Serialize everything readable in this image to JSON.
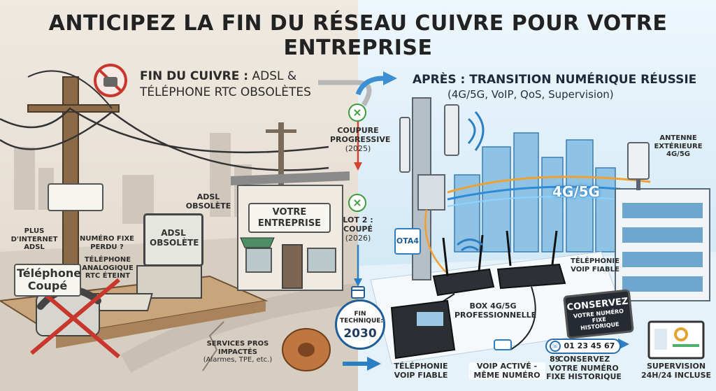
{
  "title": "ANTICIPEZ LA FIN DU RÉSEAU CUIVRE POUR VOTRE ENTREPRISE",
  "left_header": {
    "bold": "FIN DU CUIVRE :",
    "rest_line1": " ADSL &",
    "line2": "TÉLÉPHONE RTC OBSOLÈTES"
  },
  "right_header": {
    "bold": "APRÈS :",
    "rest": " TRANSITION NUMÉRIQUE RÉUSSIE",
    "sub": "(4G/5G, VoIP, QoS, Supervision)"
  },
  "left_labels": {
    "adsl_obsolete": "ADSL OBSOLÈTE",
    "monitor_text": "ADSL OBSOLÈTE",
    "votre_entreprise": "VOTRE ENTREPRISE",
    "plus_internet": "PLUS D'INTERNET ADSL",
    "numero_perdu": "NUMÉRO FIXE PERDU ?",
    "tel_analogique": "TÉLÉPHONE ANALOGIQUE RTC ÉTEINT",
    "telephone_coupe": "Téléphone Coupé",
    "services_title": "SERVICES PROS IMPACTÉS",
    "services_sub": "(Alarmes, TPE, etc.)"
  },
  "timeline": {
    "step1_title": "COUPURE PROGRESSIVE",
    "step1_year": "(2025)",
    "step2_title": "LOT 2 : COUPÉ",
    "step2_year": "(2026)",
    "fin_label": "FIN TECHNIQUE:",
    "fin_year": "2030"
  },
  "right_labels": {
    "antenne": "ANTENNE EXTÉRIEURE 4G/5G",
    "network_badge": "4G/5G",
    "ota_logo": "OTA4",
    "voip_fiable_top": "TÉLÉPHONIE VOIP FIABLE",
    "box_label": "BOX 4G/5G PROFESSIONNELLE",
    "conservez_big": "CONSERVEZ",
    "conservez_small": "VOTRE NUMÉRO FIXE HISTORIQUE",
    "phone_number": "01 23 45 67 89",
    "conservez_caption": "CONSERVEZ VOTRE NUMÉRO FIXE HISTORIQUE",
    "supervision": "SUPERVISION 24H/24 INCLUSE",
    "voip_fiable_bottom": "TÉLÉPHONIE VOIP FIABLE",
    "voip_active": "VOIP ACTIVÉ - MÊME NUMÉRO"
  },
  "colors": {
    "accent_blue": "#1f6fb5",
    "timeline_green": "#3f9b3a",
    "timeline_red": "#d2442f",
    "danger_red": "#c8372d"
  }
}
